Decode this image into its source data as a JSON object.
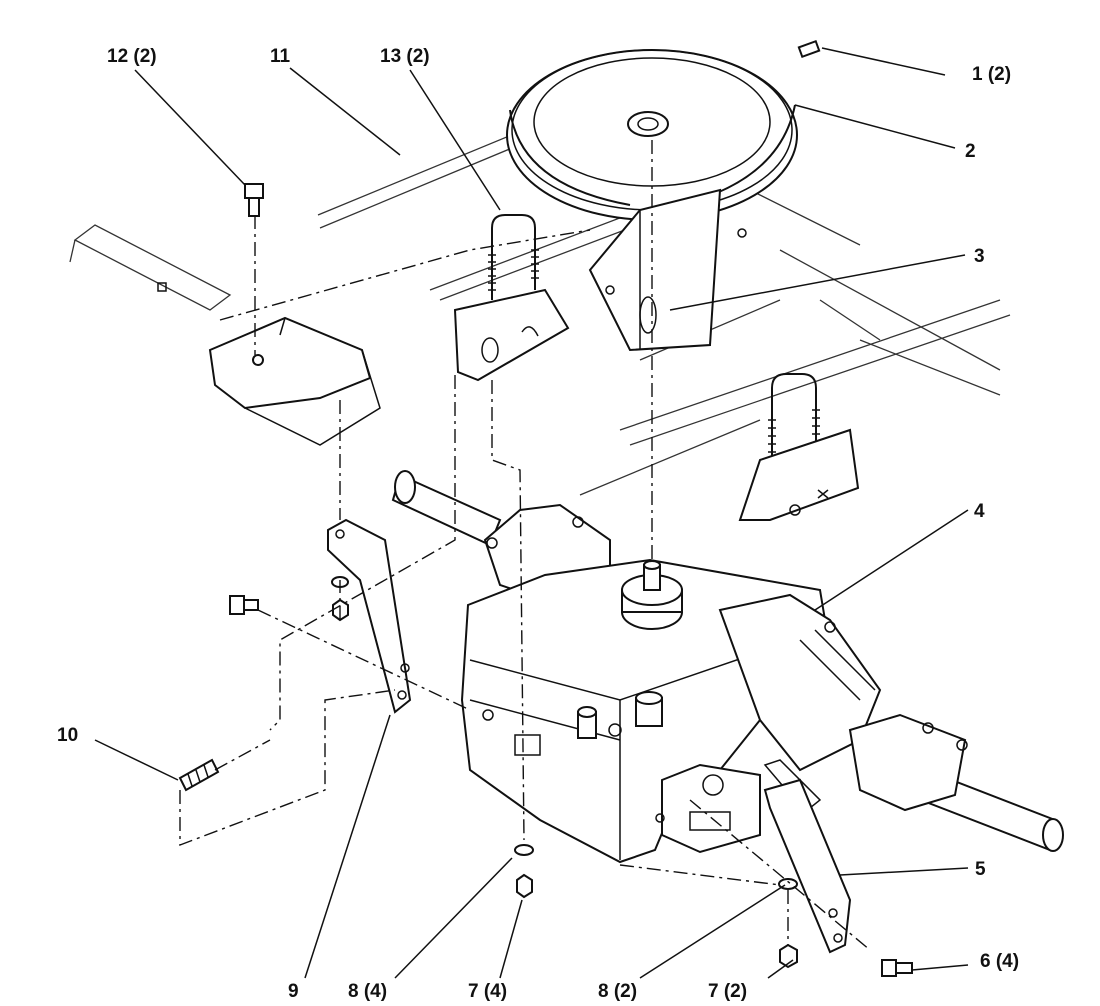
{
  "callouts": [
    {
      "id": "1",
      "label": "1 (2)"
    },
    {
      "id": "2",
      "label": "2"
    },
    {
      "id": "3",
      "label": "3"
    },
    {
      "id": "4",
      "label": "4"
    },
    {
      "id": "5",
      "label": "5"
    },
    {
      "id": "6",
      "label": "6 (4)"
    },
    {
      "id": "7a",
      "label": "7 (2)"
    },
    {
      "id": "8a",
      "label": "8 (2)"
    },
    {
      "id": "7b",
      "label": "7 (4)"
    },
    {
      "id": "8b",
      "label": "8 (4)"
    },
    {
      "id": "9",
      "label": "9"
    },
    {
      "id": "10",
      "label": "10"
    },
    {
      "id": "11",
      "label": "11"
    },
    {
      "id": "12",
      "label": "12 (2)"
    },
    {
      "id": "13",
      "label": "13 (2)"
    }
  ]
}
